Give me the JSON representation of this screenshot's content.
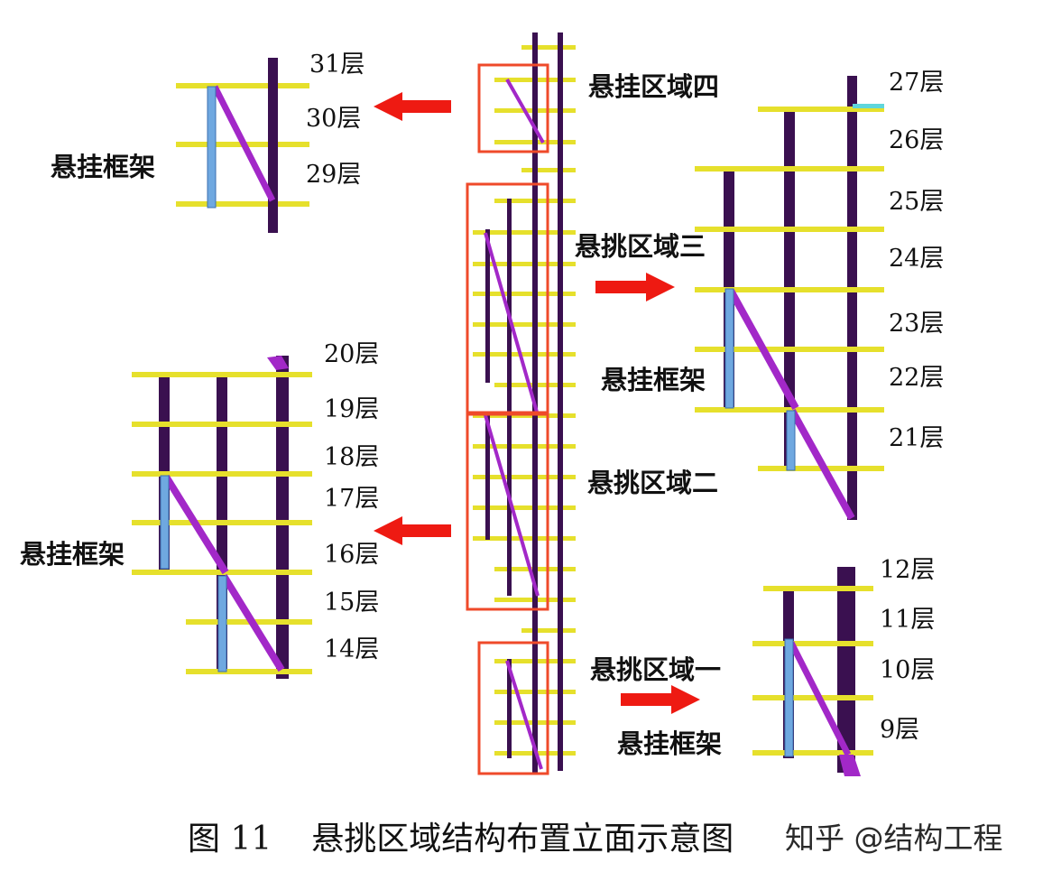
{
  "zones": {
    "zone4": "悬挂区域四",
    "zone3": "悬挑区域三",
    "zone2": "悬挑区域二",
    "zone1": "悬挑区域一"
  },
  "frame_label": "悬挂框架",
  "floors": {
    "f31": "31层",
    "f30": "30层",
    "f29": "29层",
    "f27": "27层",
    "f26": "26层",
    "f25": "25层",
    "f24": "24层",
    "f23": "23层",
    "f22": "22层",
    "f21": "21层",
    "f20": "20层",
    "f19": "19层",
    "f18": "18层",
    "f17": "17层",
    "f16": "16层",
    "f15": "15层",
    "f14": "14层",
    "f12": "12层",
    "f11": "11层",
    "f10": "10层",
    "f9": "9层"
  },
  "caption": {
    "figure_no": "图 11",
    "title": "悬挑区域结构布置立面示意图"
  },
  "watermark": "知乎 @结构工程",
  "colors": {
    "beam": "#e6e02c",
    "column": "#3a1050",
    "diagonal": "#a228c8",
    "hanger": "#6fa8e0",
    "box": "#ef4a2a",
    "arrow": "#ee1a12"
  }
}
